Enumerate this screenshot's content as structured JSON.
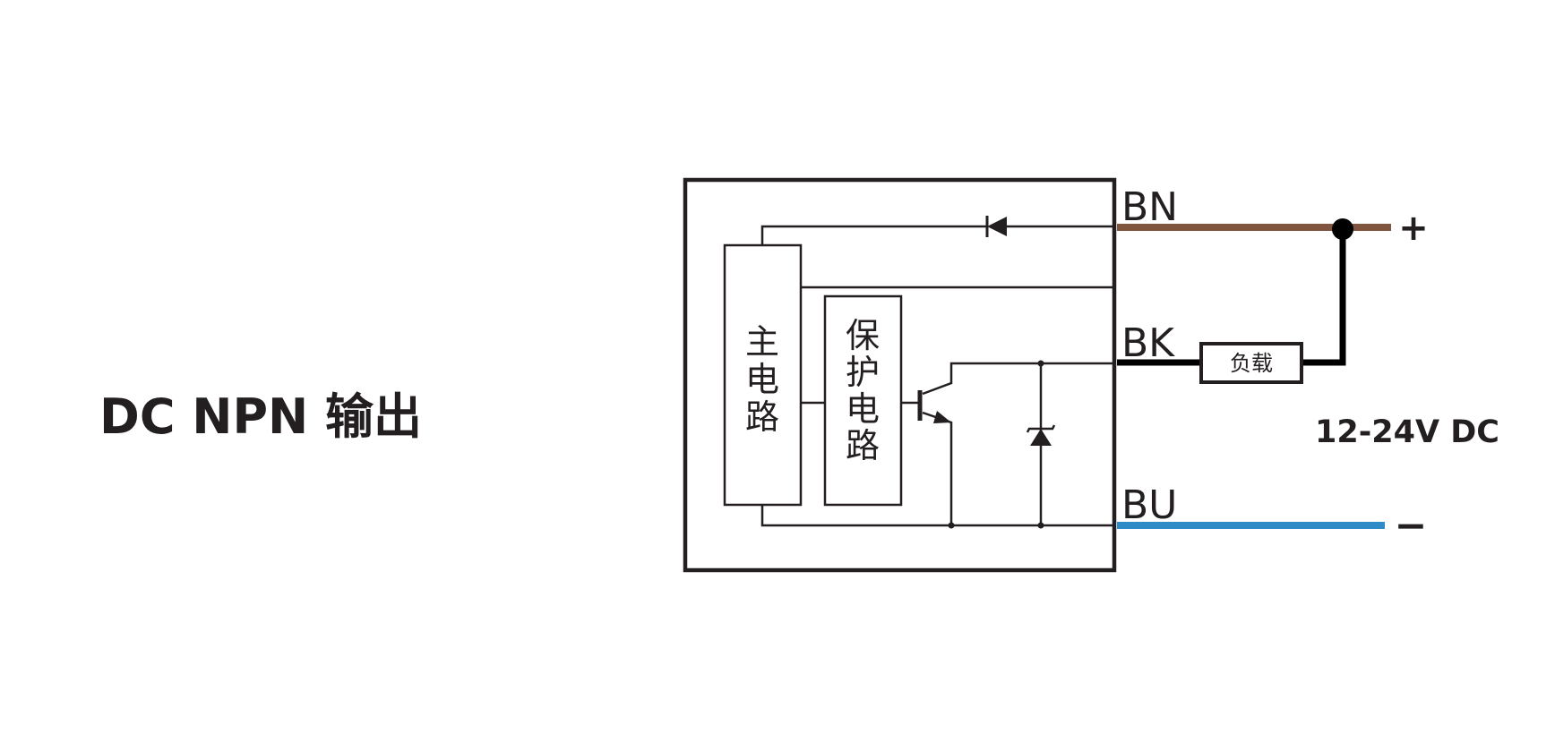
{
  "title": "DC NPN 输出",
  "blocks": {
    "main_circuit": [
      "主",
      "电",
      "路"
    ],
    "protection_circuit": [
      "保",
      "护",
      "电",
      "路"
    ],
    "load": "负载"
  },
  "wires": {
    "bn": {
      "label": "BN",
      "color": "#7f5540"
    },
    "bk": {
      "label": "BK",
      "color": "#000000"
    },
    "bu": {
      "label": "BU",
      "color": "#2e8bc7"
    }
  },
  "supply": {
    "plus": "+",
    "minus": "−",
    "voltage": "12-24V DC"
  }
}
